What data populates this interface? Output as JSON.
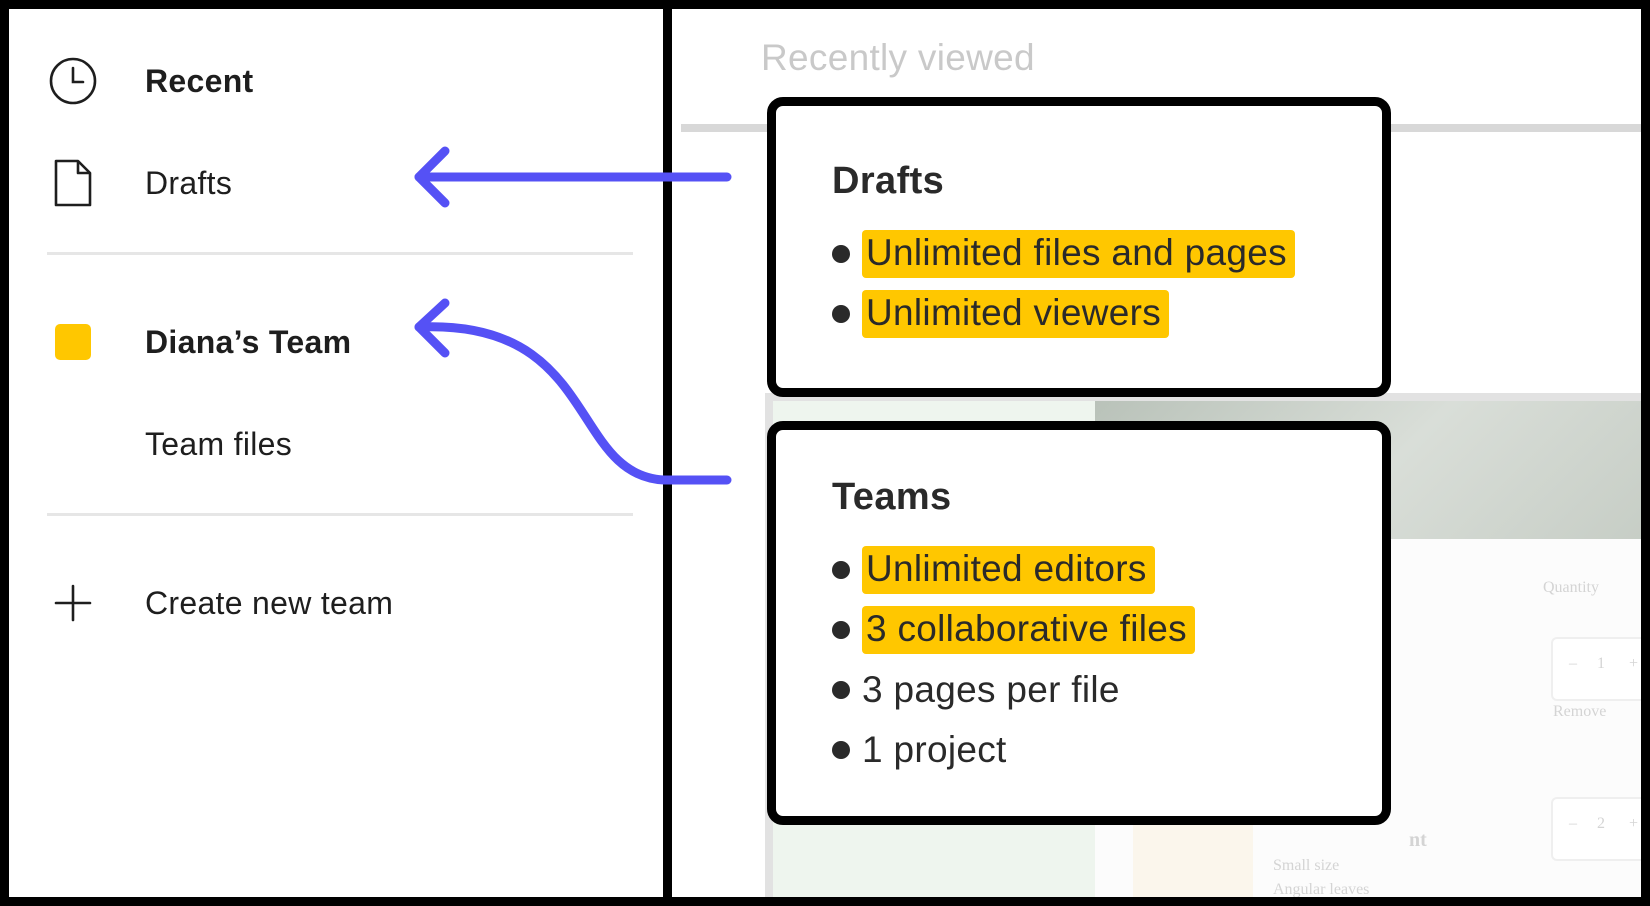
{
  "sidebar": {
    "items": [
      {
        "label": "Recent",
        "icon": "clock-icon"
      },
      {
        "label": "Drafts",
        "icon": "document-icon"
      },
      {
        "label": "Diana’s Team",
        "icon": "team-color-square"
      },
      {
        "label": "Team files"
      },
      {
        "label": "Create new team",
        "icon": "plus-icon"
      }
    ]
  },
  "main": {
    "heading": "Recently viewed"
  },
  "drafts_card": {
    "title": "Drafts",
    "items": [
      "Unlimited files and pages",
      "Unlimited viewers"
    ]
  },
  "teams_card": {
    "title": "Teams",
    "items": [
      "Unlimited editors",
      "3 collaborative files",
      "3 pages per file",
      "1 project"
    ]
  },
  "background_file": {
    "column_label": "Quantity",
    "remove_label": "Remove",
    "item_title": "nt",
    "item_line_1": "Small size",
    "item_line_2": "Angular leaves",
    "qty_1": "1",
    "qty_2": "2",
    "minus": "–",
    "plus": "+"
  },
  "colors": {
    "highlight": "#ffc700",
    "arrow": "#5551f5",
    "team_square": "#ffc700",
    "frame": "#000000"
  }
}
